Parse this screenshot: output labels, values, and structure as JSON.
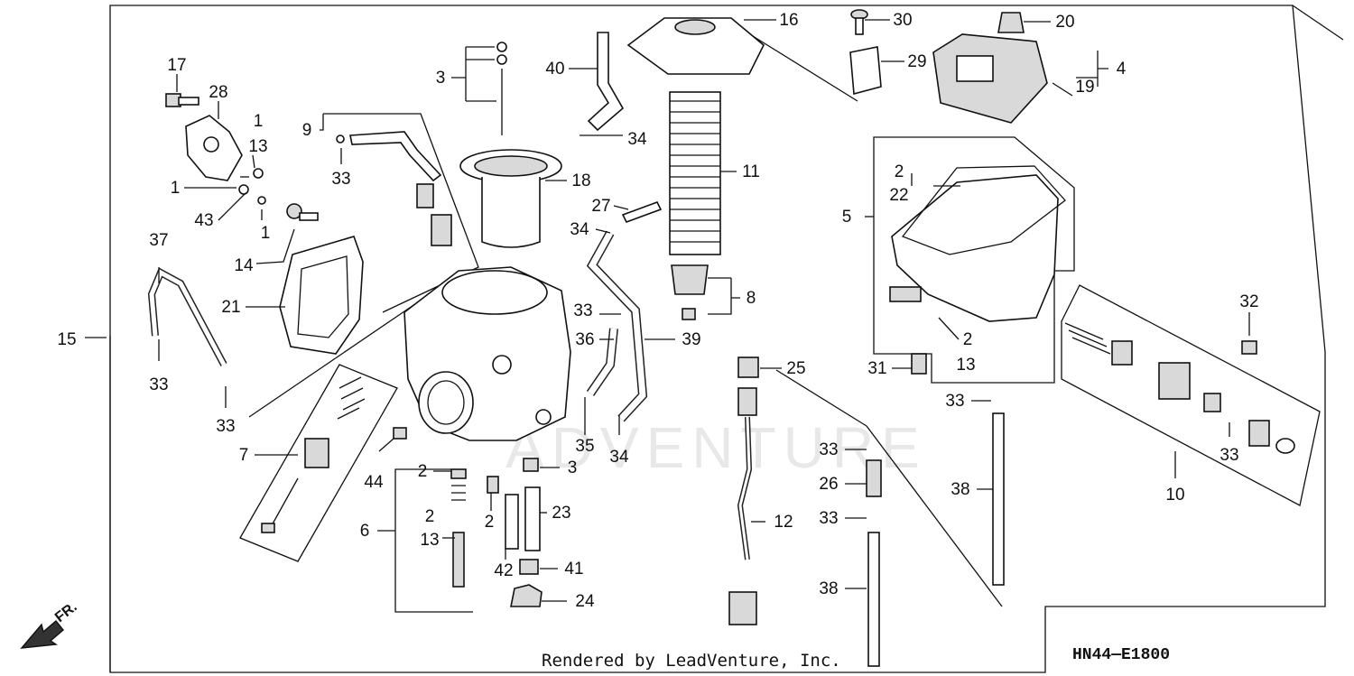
{
  "diagram": {
    "drawing_code": "HN44—E1800",
    "credit": "Rendered by LeadVenture, Inc.",
    "watermark": "ADVENTURE",
    "front_marker": "FR.",
    "callouts": [
      {
        "id": "c17",
        "text": "17"
      },
      {
        "id": "c28",
        "text": "28"
      },
      {
        "id": "c1a",
        "text": "1"
      },
      {
        "id": "c13a",
        "text": "13"
      },
      {
        "id": "c1b",
        "text": "1"
      },
      {
        "id": "c43",
        "text": "43"
      },
      {
        "id": "c1c",
        "text": "1"
      },
      {
        "id": "c9",
        "text": "9"
      },
      {
        "id": "c33a",
        "text": "33"
      },
      {
        "id": "c3a",
        "text": "3"
      },
      {
        "id": "c40",
        "text": "40"
      },
      {
        "id": "c34a",
        "text": "34"
      },
      {
        "id": "c16",
        "text": "16"
      },
      {
        "id": "c30",
        "text": "30"
      },
      {
        "id": "c20",
        "text": "20"
      },
      {
        "id": "c29",
        "text": "29"
      },
      {
        "id": "c4",
        "text": "4"
      },
      {
        "id": "c19",
        "text": "19"
      },
      {
        "id": "c18",
        "text": "18"
      },
      {
        "id": "c11",
        "text": "11"
      },
      {
        "id": "c27",
        "text": "27"
      },
      {
        "id": "c34b",
        "text": "34"
      },
      {
        "id": "c37",
        "text": "37"
      },
      {
        "id": "c14",
        "text": "14"
      },
      {
        "id": "c21",
        "text": "21"
      },
      {
        "id": "c15",
        "text": "15"
      },
      {
        "id": "c33b",
        "text": "33"
      },
      {
        "id": "c33c",
        "text": "33"
      },
      {
        "id": "c8",
        "text": "8"
      },
      {
        "id": "c33d",
        "text": "33"
      },
      {
        "id": "c36",
        "text": "36"
      },
      {
        "id": "c39",
        "text": "39"
      },
      {
        "id": "c2a",
        "text": "2"
      },
      {
        "id": "c22",
        "text": "22"
      },
      {
        "id": "c5",
        "text": "5"
      },
      {
        "id": "c2b",
        "text": "2"
      },
      {
        "id": "c13b",
        "text": "13"
      },
      {
        "id": "c31",
        "text": "31"
      },
      {
        "id": "c32",
        "text": "32"
      },
      {
        "id": "c25",
        "text": "25"
      },
      {
        "id": "c7",
        "text": "7"
      },
      {
        "id": "c35",
        "text": "35"
      },
      {
        "id": "c34c",
        "text": "34"
      },
      {
        "id": "c44",
        "text": "44"
      },
      {
        "id": "c2c",
        "text": "2"
      },
      {
        "id": "c3b",
        "text": "3"
      },
      {
        "id": "c33e",
        "text": "33"
      },
      {
        "id": "c33f",
        "text": "33"
      },
      {
        "id": "c33g",
        "text": "33"
      },
      {
        "id": "c10",
        "text": "10"
      },
      {
        "id": "c26",
        "text": "26"
      },
      {
        "id": "c38a",
        "text": "38"
      },
      {
        "id": "c6",
        "text": "6"
      },
      {
        "id": "c2d",
        "text": "2"
      },
      {
        "id": "c23",
        "text": "23"
      },
      {
        "id": "c2e",
        "text": "2"
      },
      {
        "id": "c13c",
        "text": "13"
      },
      {
        "id": "c12",
        "text": "12"
      },
      {
        "id": "c33h",
        "text": "33"
      },
      {
        "id": "c42",
        "text": "42"
      },
      {
        "id": "c41",
        "text": "41"
      },
      {
        "id": "c24",
        "text": "24"
      },
      {
        "id": "c38b",
        "text": "38"
      }
    ]
  }
}
